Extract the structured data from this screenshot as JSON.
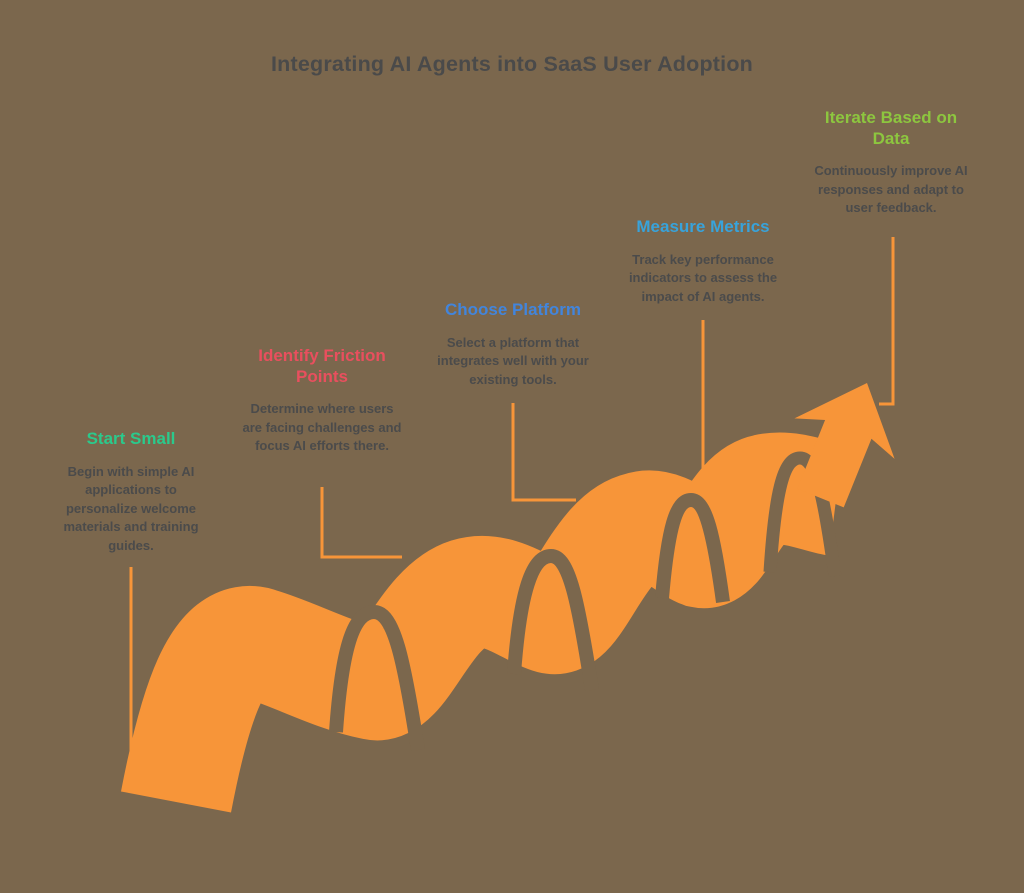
{
  "title": "Integrating AI Agents into SaaS User Adoption",
  "colors": {
    "background": "#7b674d",
    "ribbon_orange": "#f79539",
    "title_text": "#4a4a4a",
    "body_text": "#4b4b4b",
    "step_accents": [
      "#2bc98c",
      "#e94f5e",
      "#4285dc",
      "#38a3db",
      "#8dc63f"
    ]
  },
  "steps": [
    {
      "heading": "Start Small",
      "body": "Begin with simple AI applications to personalize welcome materials and training guides.",
      "accent": "#2bc98c"
    },
    {
      "heading": "Identify Friction Points",
      "body": "Determine where users are facing challenges and focus AI efforts there.",
      "accent": "#e94f5e"
    },
    {
      "heading": "Choose Platform",
      "body": "Select a platform that integrates well with your existing tools.",
      "accent": "#4285dc"
    },
    {
      "heading": "Measure Metrics",
      "body": "Track key performance indicators to assess the impact of AI agents.",
      "accent": "#38a3db"
    },
    {
      "heading": "Iterate Based on Data",
      "body": "Continuously improve AI responses and adapt to user feedback.",
      "accent": "#8dc63f"
    }
  ]
}
